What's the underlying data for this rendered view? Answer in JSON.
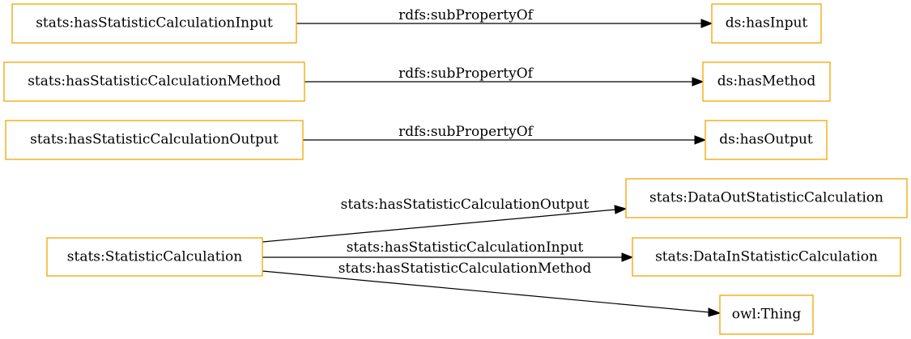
{
  "nodes": {
    "has_input": "stats:hasStatisticCalculationInput",
    "ds_has_input": "ds:hasInput",
    "has_method": "stats:hasStatisticCalculationMethod",
    "ds_has_method": "ds:hasMethod",
    "has_output": "stats:hasStatisticCalculationOutput",
    "ds_has_output": "ds:hasOutput",
    "statistic_calculation": "stats:StatisticCalculation",
    "data_out": "stats:DataOutStatisticCalculation",
    "data_in": "stats:DataInStatisticCalculation",
    "thing": "owl:Thing"
  },
  "edges": {
    "input_subprop": "rdfs:subPropertyOf",
    "method_subprop": "rdfs:subPropertyOf",
    "output_subprop": "rdfs:subPropertyOf",
    "calc_output": "stats:hasStatisticCalculationOutput",
    "calc_input": "stats:hasStatisticCalculationInput",
    "calc_method": "stats:hasStatisticCalculationMethod"
  }
}
